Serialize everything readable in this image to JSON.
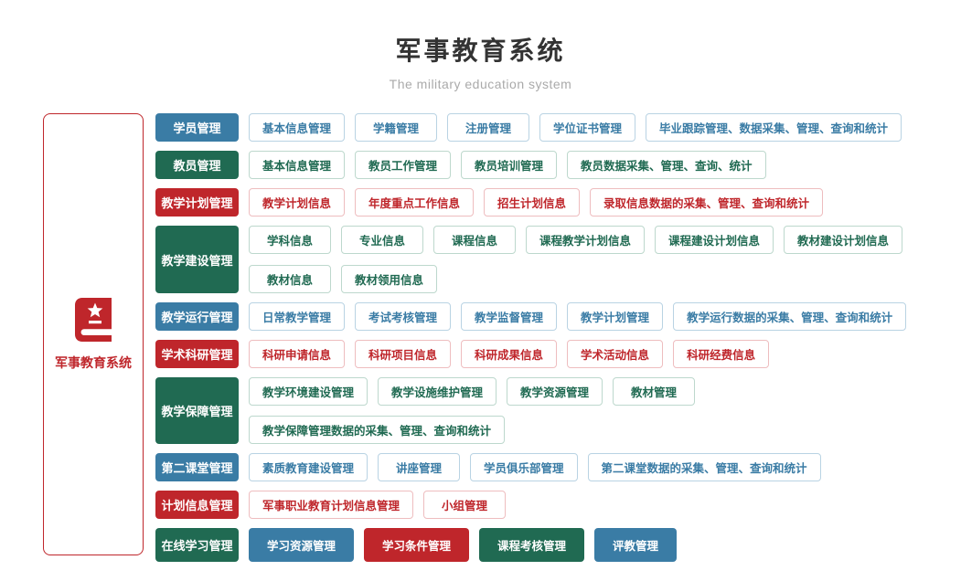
{
  "header": {
    "title": "军事教育系统",
    "subtitle": "The military education system"
  },
  "sidebar": {
    "label": "军事教育系统",
    "icon": "book-star-icon"
  },
  "colors": {
    "blue": "#3a7ca5",
    "green": "#206a52",
    "red": "#bf262b",
    "blue_border": "#b9d3e3",
    "green_border": "#bdd8cd",
    "red_border": "#eebdbf"
  },
  "rows": [
    {
      "category": "学员管理",
      "color": "blue",
      "item_rows": [
        [
          "基本信息管理",
          "学籍管理",
          "注册管理",
          "学位证书管理",
          "毕业跟踪管理、数据采集、管理、查询和统计"
        ]
      ]
    },
    {
      "category": "教员管理",
      "color": "green",
      "item_rows": [
        [
          "基本信息管理",
          "教员工作管理",
          "教员培训管理",
          "教员数据采集、管理、查询、统计"
        ]
      ]
    },
    {
      "category": "教学计划管理",
      "color": "red",
      "item_rows": [
        [
          "教学计划信息",
          "年度重点工作信息",
          "招生计划信息",
          "录取信息数据的采集、管理、查询和统计"
        ]
      ]
    },
    {
      "category": "教学建设管理",
      "color": "green",
      "item_rows": [
        [
          "学科信息",
          "专业信息",
          "课程信息",
          "课程教学计划信息",
          "课程建设计划信息",
          "教材建设计划信息"
        ],
        [
          "教材信息",
          "教材领用信息"
        ]
      ]
    },
    {
      "category": "教学运行管理",
      "color": "blue",
      "item_rows": [
        [
          "日常教学管理",
          "考试考核管理",
          "教学监督管理",
          "教学计划管理",
          "教学运行数据的采集、管理、查询和统计"
        ]
      ]
    },
    {
      "category": "学术科研管理",
      "color": "red",
      "item_rows": [
        [
          "科研申请信息",
          "科研项目信息",
          "科研成果信息",
          "学术活动信息",
          "科研经费信息"
        ]
      ]
    },
    {
      "category": "教学保障管理",
      "color": "green",
      "item_rows": [
        [
          "教学环境建设管理",
          "教学设施维护管理",
          "教学资源管理",
          "教材管理",
          "教学保障管理数据的采集、管理、查询和统计"
        ]
      ]
    },
    {
      "category": "第二课堂管理",
      "color": "blue",
      "item_rows": [
        [
          "素质教育建设管理",
          "讲座管理",
          "学员俱乐部管理",
          "第二课堂数据的采集、管理、查询和统计"
        ]
      ]
    },
    {
      "category": "计划信息管理",
      "color": "red",
      "item_rows": [
        [
          "军事职业教育计划信息管理",
          "小组管理"
        ]
      ]
    },
    {
      "category": "在线学习管理",
      "color": "green",
      "solid_items": [
        {
          "label": "学习资源管理",
          "color": "blue"
        },
        {
          "label": "学习条件管理",
          "color": "red"
        },
        {
          "label": "课程考核管理",
          "color": "green"
        },
        {
          "label": "评教管理",
          "color": "blue"
        }
      ]
    }
  ]
}
